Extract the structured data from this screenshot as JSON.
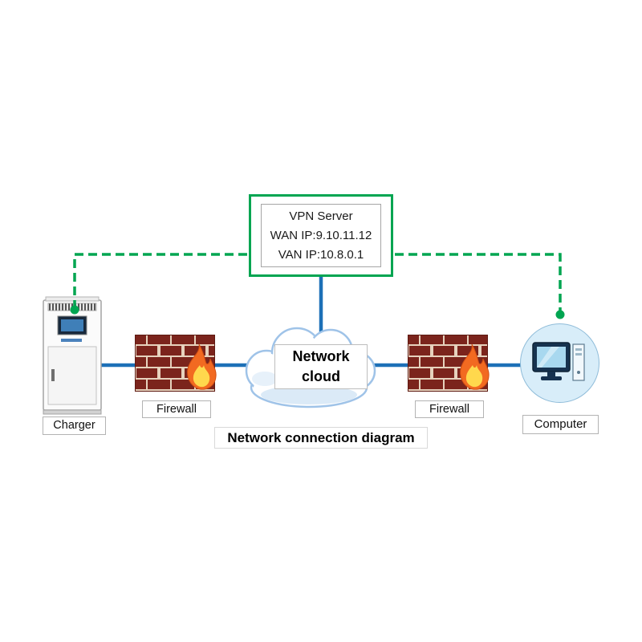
{
  "diagram": {
    "caption": "Network connection diagram"
  },
  "vpn_server": {
    "title": "VPN Server",
    "wan_ip": "WAN IP:9.10.11.12",
    "van_ip": "VAN IP:10.8.0.1"
  },
  "nodes": {
    "charger": {
      "label": "Charger"
    },
    "firewall_left": {
      "label": "Firewall"
    },
    "cloud": {
      "line1": "Network",
      "line2": "cloud"
    },
    "firewall_right": {
      "label": "Firewall"
    },
    "computer": {
      "label": "Computer"
    }
  },
  "colors": {
    "vpn_green": "#00a551",
    "link_blue": "#1d70b7",
    "cloud_stroke": "#9fc3e8",
    "brick_red": "#7b241c",
    "mortar": "#e6d2bd",
    "flame_orange": "#f26a21",
    "flame_yellow": "#ffd84d",
    "computer_circle_fill": "#d8edf9"
  }
}
